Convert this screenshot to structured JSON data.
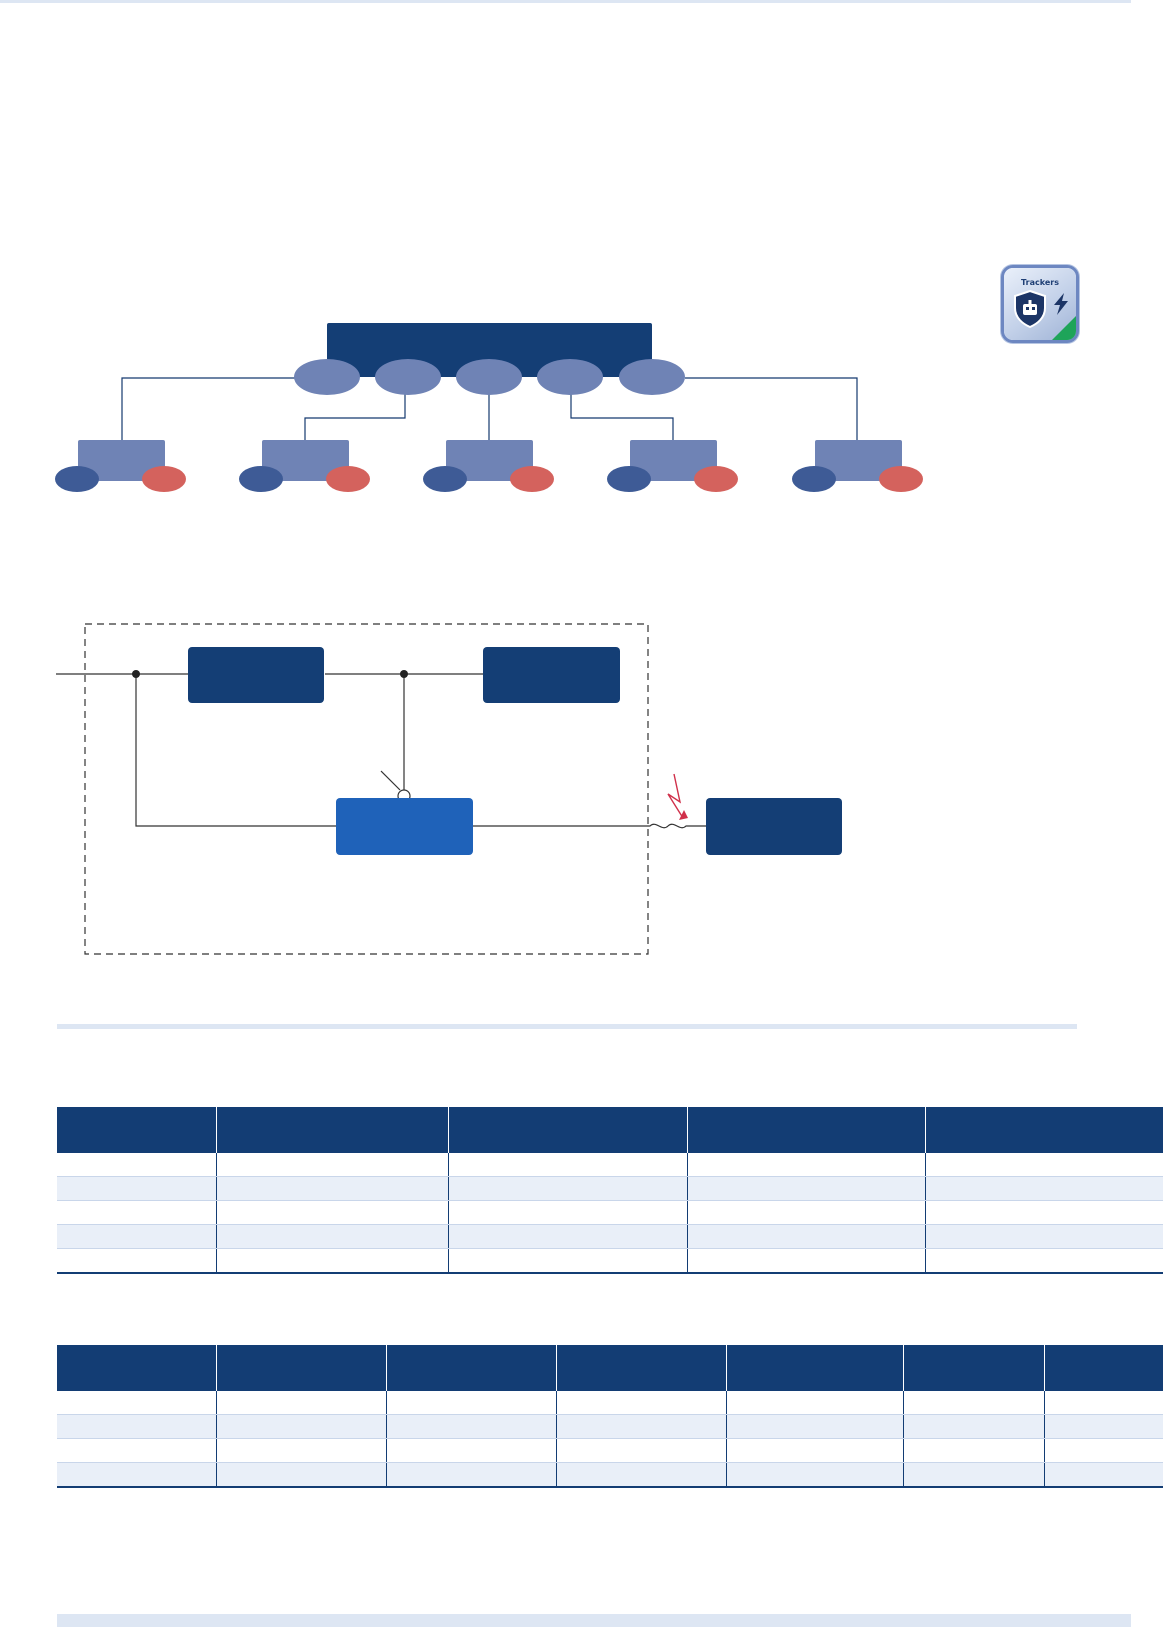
{
  "header": {},
  "hierarchy": {
    "top_ports": 5,
    "children": 5
  },
  "block_diagram": {
    "fault_symbol": "lightning-icon"
  },
  "badge": {
    "title": "Trackers",
    "icon": "shield-robot-icon",
    "accent_icon": "lightning-icon"
  },
  "colors": {
    "navy": "#143e75",
    "mid_blue": "#1f62b9",
    "periwinkle": "#6f83b5",
    "port_blue": "#3e5b96",
    "port_red": "#d4625d",
    "rule": "#dde6f3",
    "stripe": "#e9eff8"
  },
  "table1": {
    "headers": [
      "",
      "",
      "",
      "",
      ""
    ],
    "rows": [
      [
        "",
        "",
        "",
        "",
        ""
      ],
      [
        "",
        "",
        "",
        "",
        ""
      ],
      [
        "",
        "",
        "",
        "",
        ""
      ],
      [
        "",
        "",
        "",
        "",
        ""
      ],
      [
        "",
        "",
        "",
        "",
        ""
      ]
    ]
  },
  "table2": {
    "headers": [
      "",
      "",
      "",
      "",
      "",
      "",
      ""
    ],
    "rows": [
      [
        "",
        "",
        "",
        "",
        "",
        "",
        ""
      ],
      [
        "",
        "",
        "",
        "",
        "",
        "",
        ""
      ],
      [
        "",
        "",
        "",
        "",
        "",
        "",
        ""
      ],
      [
        "",
        "",
        "",
        "",
        "",
        "",
        ""
      ]
    ]
  }
}
